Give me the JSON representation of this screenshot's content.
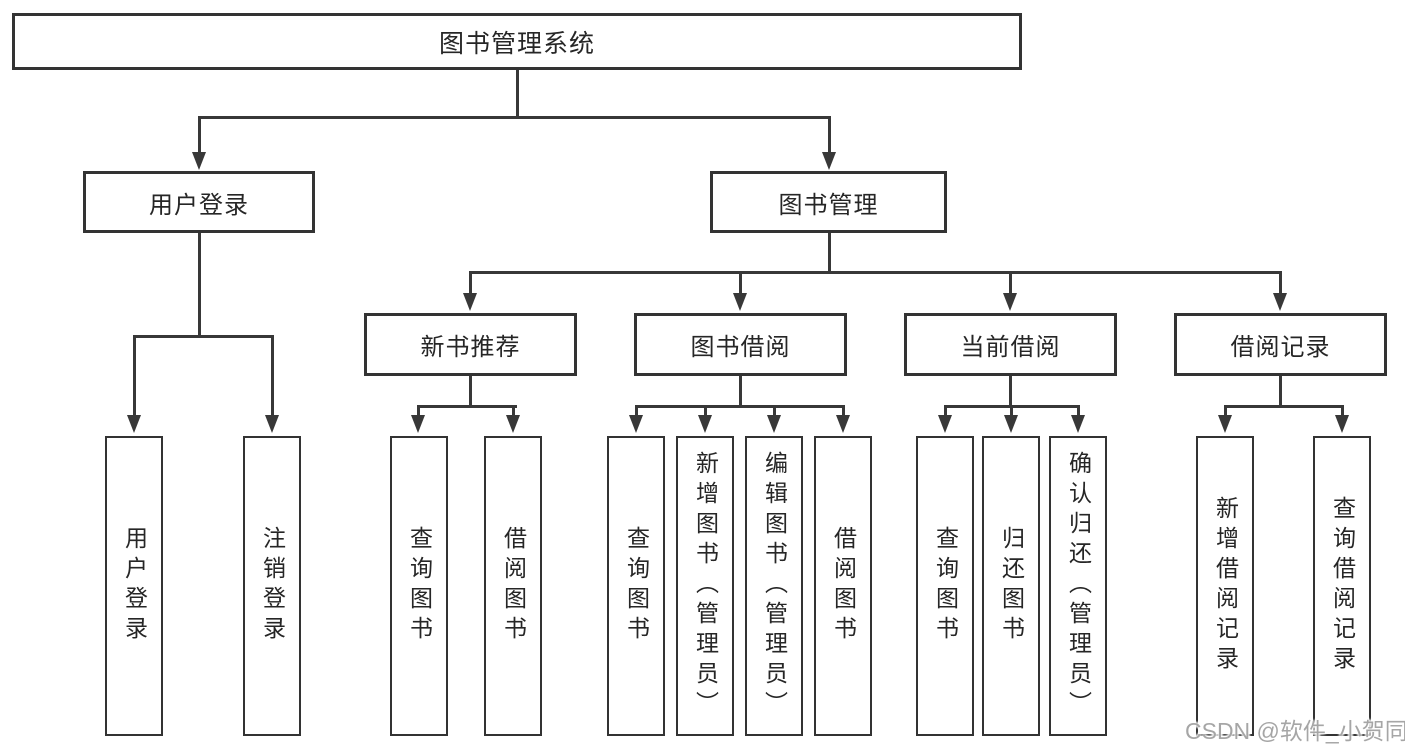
{
  "diagram_title": "图书管理系统",
  "nodes": {
    "root": {
      "label": "图书管理系统"
    },
    "user_login_group": {
      "label": "用户登录"
    },
    "book_mgmt": {
      "label": "图书管理"
    },
    "user_login": {
      "label": "用户登录"
    },
    "logout": {
      "label": "注销登录"
    },
    "new_book_rec": {
      "label": "新书推荐"
    },
    "book_borrow": {
      "label": "图书借阅"
    },
    "current_borrow": {
      "label": "当前借阅"
    },
    "borrow_records": {
      "label": "借阅记录"
    },
    "nbr_query_book": {
      "label": "查询图书"
    },
    "nbr_borrow_book": {
      "label": "借阅图书"
    },
    "bb_query_book": {
      "label": "查询图书"
    },
    "bb_add_book": {
      "label": "新增图书（管理员）"
    },
    "bb_edit_book": {
      "label": "编辑图书（管理员）"
    },
    "bb_borrow_book": {
      "label": "借阅图书"
    },
    "cb_query_book": {
      "label": "查询图书"
    },
    "cb_return_book": {
      "label": "归还图书"
    },
    "cb_confirm_return": {
      "label": "确认归还（管理员）"
    },
    "br_add_record": {
      "label": "新增借阅记录"
    },
    "br_query_record": {
      "label": "查询借阅记录"
    }
  },
  "hierarchy": {
    "图书管理系统": [
      "用户登录",
      "图书管理"
    ],
    "用户登录": [
      "用户登录",
      "注销登录"
    ],
    "图书管理": [
      "新书推荐",
      "图书借阅",
      "当前借阅",
      "借阅记录"
    ],
    "新书推荐": [
      "查询图书",
      "借阅图书"
    ],
    "图书借阅": [
      "查询图书",
      "新增图书（管理员）",
      "编辑图书（管理员）",
      "借阅图书"
    ],
    "当前借阅": [
      "查询图书",
      "归还图书",
      "确认归还（管理员）"
    ],
    "借阅记录": [
      "新增借阅记录",
      "查询借阅记录"
    ]
  },
  "watermark": {
    "text": "CSDN @软件_小贺同学",
    "color": "#a6a6a6"
  },
  "colors": {
    "background": "#ffffff",
    "line": "#383838",
    "box_border": "#333333",
    "text": "#262626"
  }
}
